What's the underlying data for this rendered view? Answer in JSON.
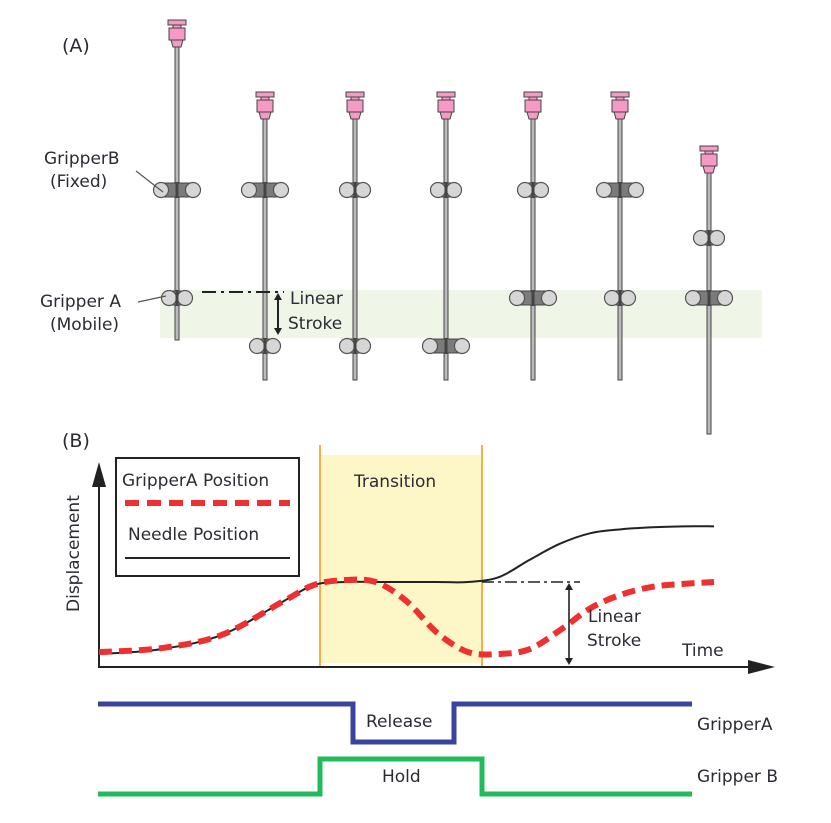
{
  "panel_a": {
    "label": "(A)",
    "gripper_b_label": "GripperB",
    "gripper_b_sub": "(Fixed)",
    "gripper_a_label": "Gripper A",
    "gripper_a_sub": "(Mobile)",
    "stroke_label_1": "Linear",
    "stroke_label_2": "Stroke",
    "zone_color": "#eff6e7",
    "hub_color": "#f59ac4",
    "steps": [
      {
        "needle_top": 20,
        "gripper_b_pos": 190,
        "gripper_b_state": "closed",
        "gripper_a_pos": 298,
        "gripper_a_state": "open"
      },
      {
        "needle_top": 92,
        "gripper_b_pos": 190,
        "gripper_b_state": "closed",
        "gripper_a_pos": 346,
        "gripper_a_state": "open"
      },
      {
        "needle_top": 92,
        "gripper_b_pos": 190,
        "gripper_b_state": "open",
        "gripper_a_pos": 346,
        "gripper_a_state": "open"
      },
      {
        "needle_top": 92,
        "gripper_b_pos": 190,
        "gripper_b_state": "open",
        "gripper_a_pos": 346,
        "gripper_a_state": "closed"
      },
      {
        "needle_top": 92,
        "gripper_b_pos": 190,
        "gripper_b_state": "open",
        "gripper_a_pos": 298,
        "gripper_a_state": "closed"
      },
      {
        "needle_top": 92,
        "gripper_b_pos": 190,
        "gripper_b_state": "closed",
        "gripper_a_pos": 298,
        "gripper_a_state": "open"
      },
      {
        "needle_top": 146,
        "gripper_b_pos": 238,
        "gripper_b_state": "open",
        "gripper_a_pos": 298,
        "gripper_a_state": "closed"
      }
    ]
  },
  "panel_b": {
    "label": "(B)",
    "y_axis_label": "Displacement",
    "x_axis_label": "Time",
    "transition_label": "Transition",
    "legend": [
      {
        "label": "GripperA Position",
        "style": "dashed",
        "color": "#f03030"
      },
      {
        "label": "Needle Position",
        "style": "solid",
        "color": "#222222"
      }
    ],
    "stroke_label_1": "Linear",
    "stroke_label_2": "Stroke",
    "transition_fill": "#fdf7c8",
    "transition_border": "#f6b04a",
    "timing": [
      {
        "name": "GripperA",
        "state_label": "Release",
        "color": "#3a44a0"
      },
      {
        "name": "Gripper B",
        "state_label": "Hold",
        "color": "#20bb5a"
      }
    ]
  },
  "chart_data": {
    "type": "line",
    "title": "",
    "xlabel": "Time",
    "ylabel": "Displacement",
    "x": [
      0,
      0.1,
      0.2,
      0.3,
      0.35,
      0.4,
      0.45,
      0.5,
      0.55,
      0.6,
      0.65,
      0.7,
      0.75,
      0.8,
      0.85,
      0.9,
      0.95,
      1.0
    ],
    "series": [
      {
        "name": "Needle Position",
        "values": [
          0.0,
          0.05,
          0.2,
          0.55,
          0.72,
          0.75,
          0.75,
          0.75,
          0.75,
          0.75,
          0.8,
          0.98,
          1.15,
          1.26,
          1.3,
          1.32,
          1.33,
          1.33
        ]
      },
      {
        "name": "GripperA Position",
        "values": [
          0.02,
          0.06,
          0.2,
          0.55,
          0.72,
          0.77,
          0.75,
          0.55,
          0.22,
          0.02,
          0.0,
          0.05,
          0.25,
          0.48,
          0.62,
          0.7,
          0.73,
          0.75
        ]
      }
    ],
    "transition_region": [
      0.4,
      0.7
    ],
    "annotations": [
      "Transition",
      "Linear Stroke"
    ]
  }
}
